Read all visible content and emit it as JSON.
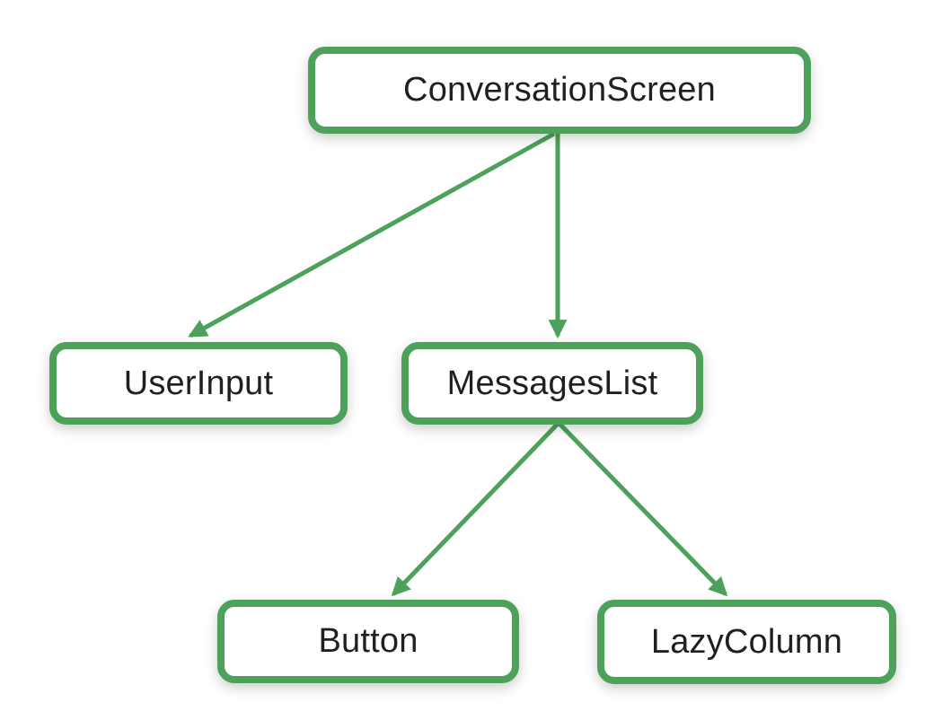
{
  "diagram": {
    "accent_color": "#4da15a",
    "text_color": "#1f2023",
    "background_color": "#ffffff",
    "nodes": [
      {
        "id": "conversation-screen",
        "label": "ConversationScreen"
      },
      {
        "id": "user-input",
        "label": "UserInput"
      },
      {
        "id": "messages-list",
        "label": "MessagesList"
      },
      {
        "id": "button",
        "label": "Button"
      },
      {
        "id": "lazy-column",
        "label": "LazyColumn"
      }
    ],
    "edges": [
      {
        "from": "ConversationScreen",
        "to": "UserInput"
      },
      {
        "from": "ConversationScreen",
        "to": "MessagesList"
      },
      {
        "from": "MessagesList",
        "to": "Button"
      },
      {
        "from": "MessagesList",
        "to": "LazyColumn"
      }
    ]
  }
}
